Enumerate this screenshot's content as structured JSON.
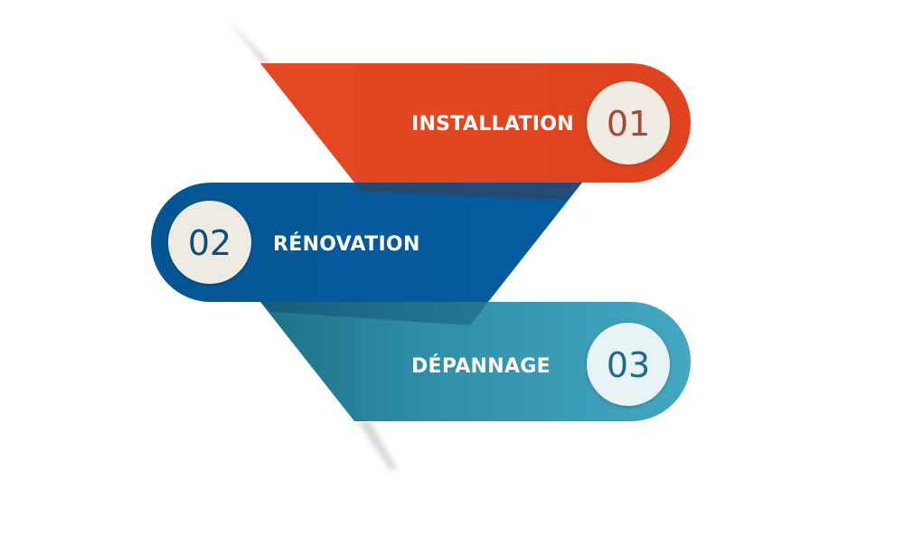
{
  "steps": [
    {
      "number": "01",
      "label": "INSTALLATION",
      "color": "#E04521",
      "number_color": "#A5463A",
      "badge_color": "#EFEBE2"
    },
    {
      "number": "02",
      "label": "RÉNOVATION",
      "color": "#03589A",
      "number_color": "#0B4F7E",
      "badge_color": "#EFEBE2"
    },
    {
      "number": "03",
      "label": "DÉPANNAGE",
      "color": "#3A9DB8",
      "number_color": "#1D6C87",
      "badge_color": "#E8F3F6"
    }
  ]
}
